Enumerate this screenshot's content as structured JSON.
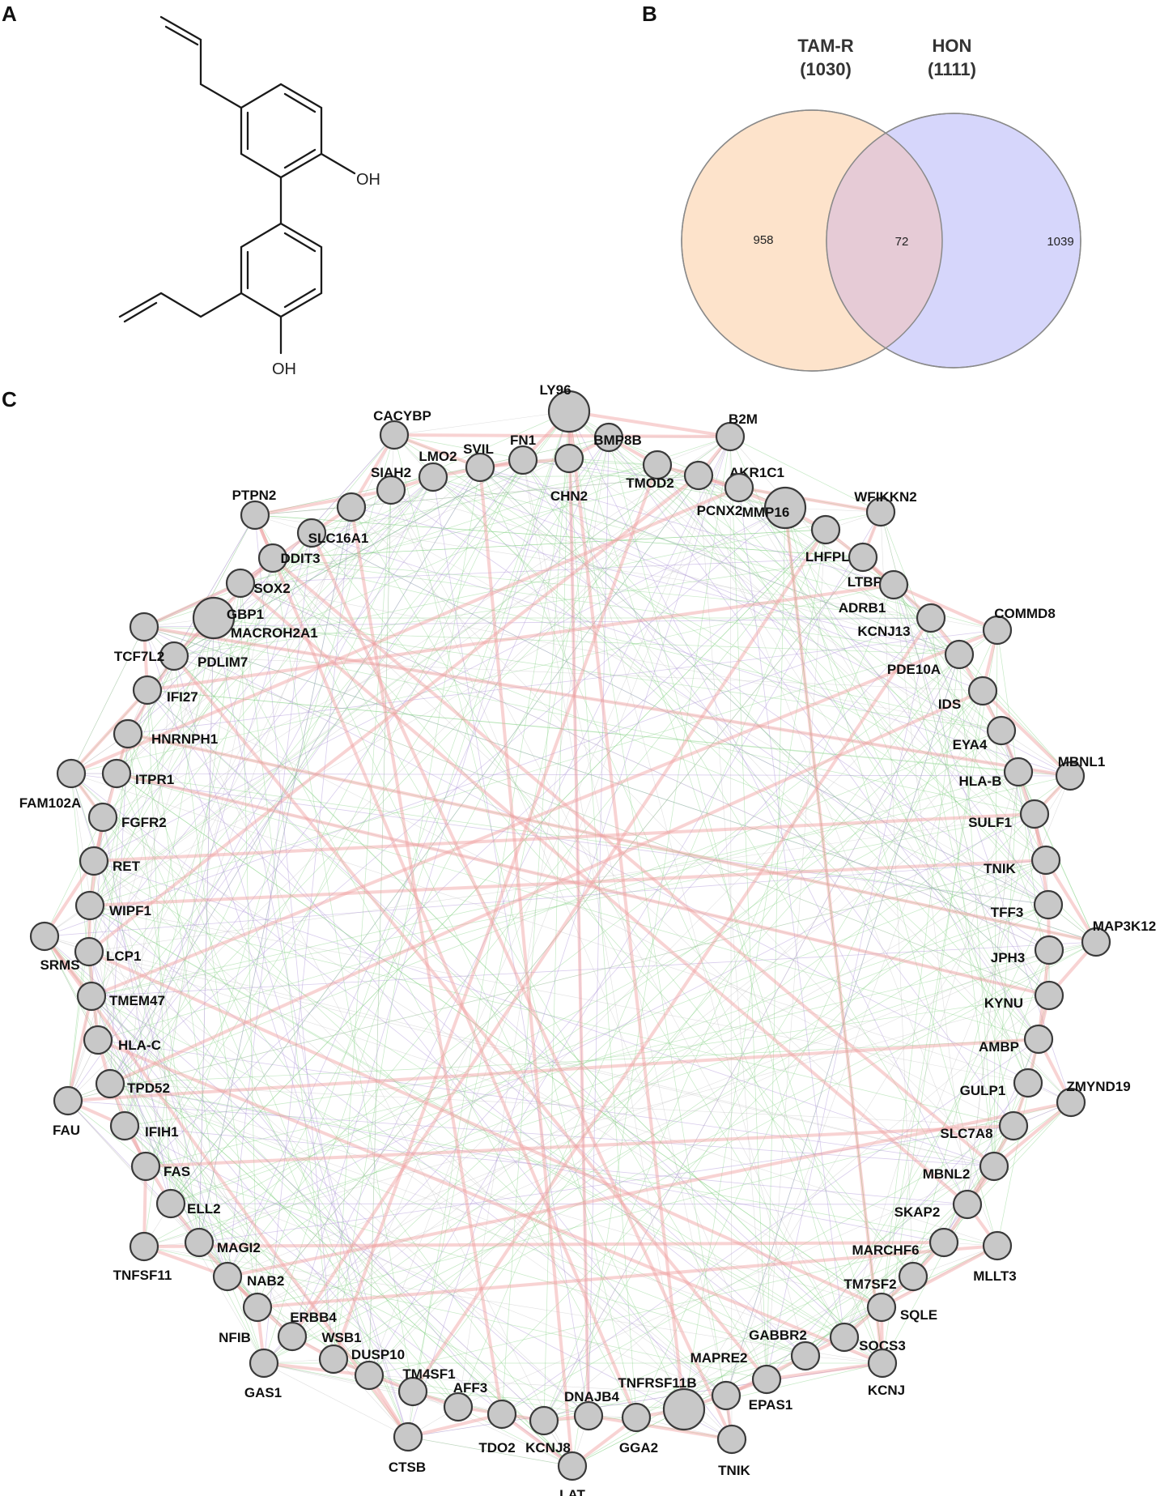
{
  "panels": {
    "a": {
      "letter": "A"
    },
    "b": {
      "letter": "B"
    },
    "c": {
      "letter": "C"
    }
  },
  "molecule": {
    "oh_top": "OH",
    "oh_bottom": "OH"
  },
  "venn": {
    "left_title": "TAM-R",
    "left_total": "(1030)",
    "right_title": "HON",
    "right_total": "(1111)",
    "left_only": "958",
    "overlap": "72",
    "right_only": "1039",
    "colors": {
      "left": "#fde3cb",
      "right": "#d6d6fb",
      "overlap": "#e6cbd6",
      "stroke": "#8a8a8a"
    }
  },
  "network": {
    "edge_colors": {
      "green": "#7fcf7f",
      "purple": "#a98fd6",
      "pink": "#f0a0a0",
      "grey": "#b9b9b9"
    },
    "genes": [
      "LY96",
      "BMP8B",
      "B2M",
      "TMOD2",
      "AKR1C1",
      "PCNX2",
      "MMP16",
      "WFIKKN2",
      "LHFPL6",
      "LTBP3",
      "ADRB1",
      "KCNJ13",
      "COMMD8",
      "PDE10A",
      "IDS",
      "EYA4",
      "MBNL1",
      "HLA-B",
      "SULF1",
      "TNIK",
      "TFF3",
      "MAP3K12",
      "JPH3",
      "KYNU",
      "AMBP",
      "GULP1",
      "ZMYND19",
      "SLC7A8",
      "MBNL2",
      "SKAP2",
      "MARCHF6",
      "MLLT3",
      "TM7SF2",
      "SQLE",
      "SOCS3",
      "KCNJ",
      "GABBR2",
      "MAPRE2",
      "EPAS1",
      "TNFRSF11B",
      "TNIK",
      "GGA2",
      "DNAJB4",
      "LAT",
      "KCNJ8",
      "TDO2",
      "AFF3",
      "CTSB",
      "TM4SF1",
      "DUSP10",
      "WSB1",
      "GAS1",
      "ERBB4",
      "NFIB",
      "NAB2",
      "MAGI2",
      "TNFSF11",
      "ELL2",
      "FAS",
      "IFIH1",
      "TPD52",
      "FAU",
      "HLA-C",
      "TMEM47",
      "LCP1",
      "SRMS",
      "WIPF1",
      "RET",
      "FGFR2",
      "ITPR1",
      "FAM102A",
      "HNRNPH1",
      "IFI27",
      "PDLIM7",
      "TCF7L2",
      "MACROH2A1",
      "GBP1",
      "SOX2",
      "DDIT3",
      "PTPN2",
      "SLC16A1",
      "SIAH2",
      "CACYBP",
      "LMO2",
      "SVIL",
      "FN1",
      "CHN2"
    ]
  }
}
